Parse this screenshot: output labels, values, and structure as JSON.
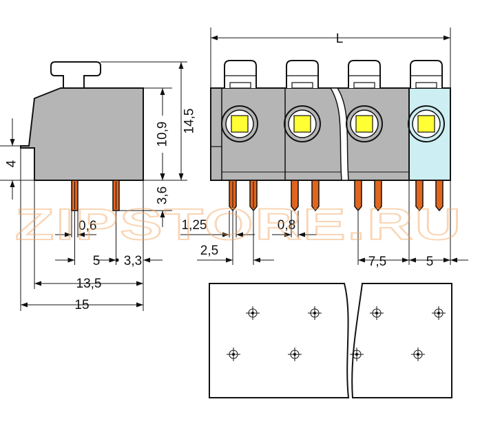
{
  "colors": {
    "body_gray": "#b5b5b5",
    "latch_white": "#ffffff",
    "button_yellow": "#ffff33",
    "pin_orange": "#e0651e",
    "light_blue": "#cdeef2",
    "line": "#111111",
    "watermark": "#f3a35c"
  },
  "side_view": {
    "dims": {
      "height_total": "14,5",
      "height_body": "10,9",
      "pin_length": "3,6",
      "step_height": "4",
      "pin_width": "0,6",
      "pin_pitch": "5",
      "pin_offset": "3,3",
      "depth_inner": "13,5",
      "depth_total": "15"
    }
  },
  "front_view": {
    "dims": {
      "length": "L",
      "pin_edge": "1,25",
      "pin_thickness": "0,8",
      "first_pitch": "2,5",
      "pitch": "7,5",
      "end_width": "5"
    }
  },
  "watermark": "ZIPSTORE.RU",
  "icons": [
    "crosshair-hole-icon"
  ]
}
